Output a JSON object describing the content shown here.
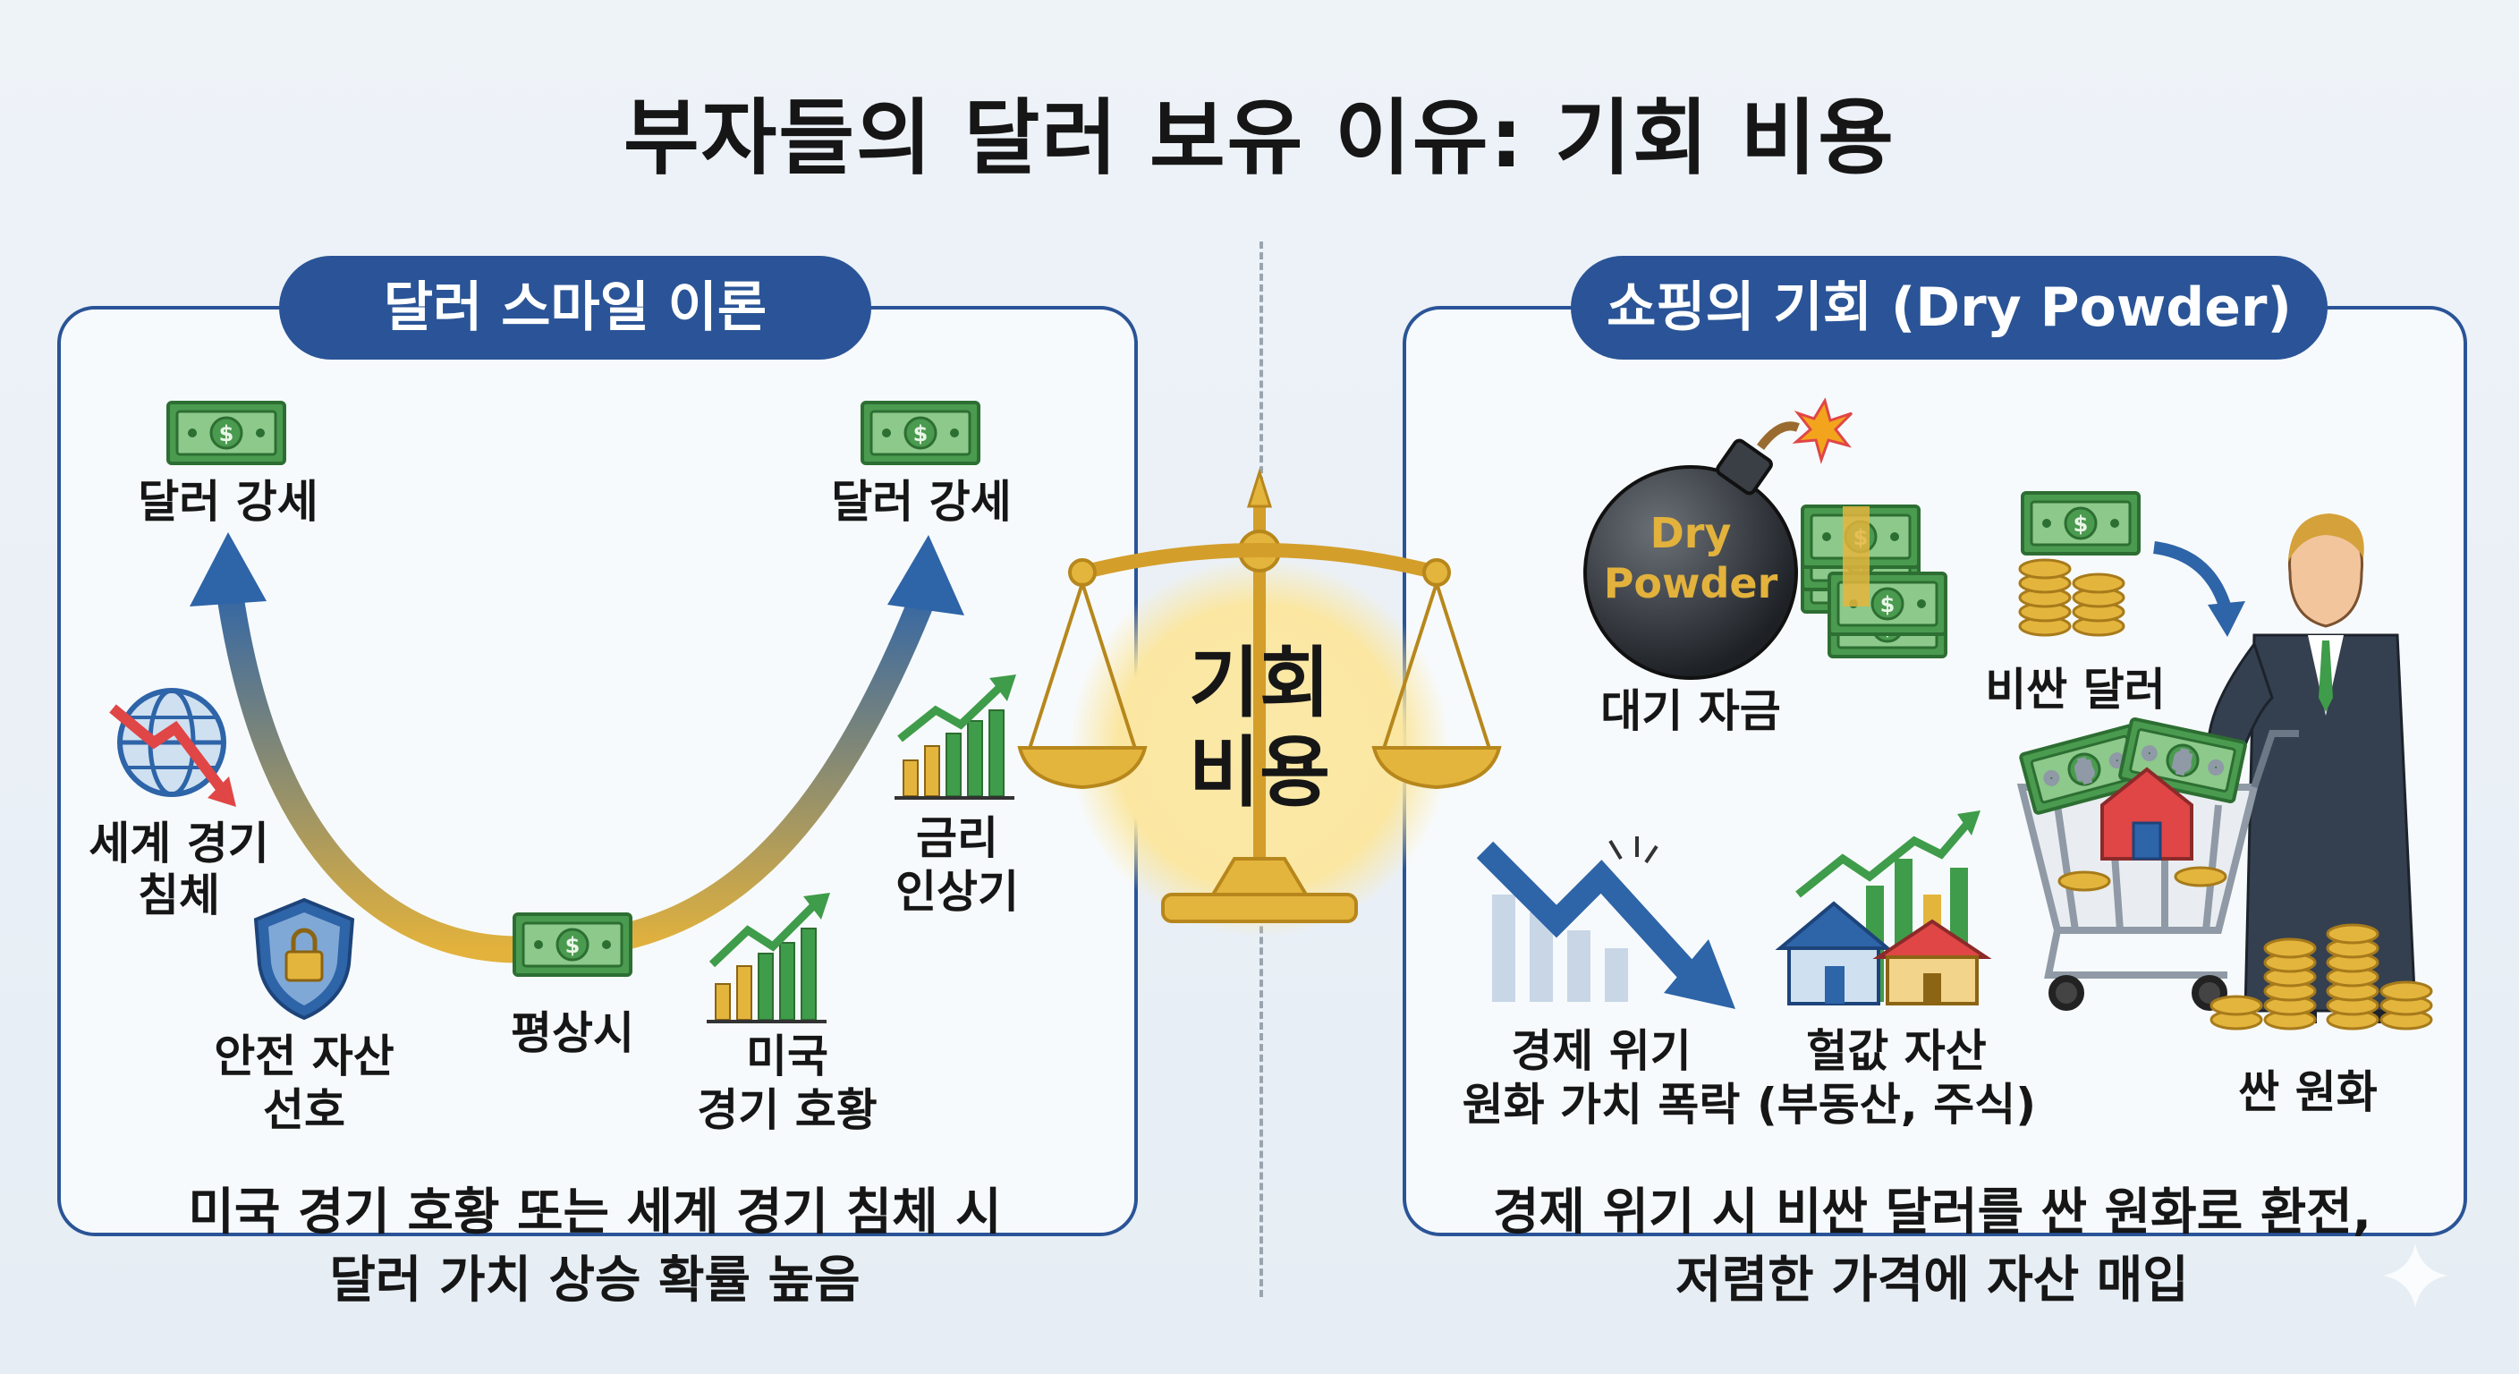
{
  "title": "부자들의 달러 보유 이유: 기회 비용",
  "left_panel": {
    "heading": "달러 스마일 이론",
    "label_strong_left": "달러 강세",
    "label_strong_right": "달러 강세",
    "label_recession": [
      "세계 경기",
      "침체"
    ],
    "label_safe": [
      "안전 자산",
      "선호"
    ],
    "label_normal": "평상시",
    "label_us_boom": [
      "미국",
      "경기 호황"
    ],
    "label_rate": [
      "금리",
      "인상기"
    ],
    "summary": [
      "미국 경기 호황 또는 세계 경기 침체 시",
      "달러 가치 상승 확률 높음"
    ]
  },
  "center": {
    "label": [
      "기회",
      "비용"
    ]
  },
  "right_panel": {
    "heading": "쇼핑의 기회 (Dry Powder)",
    "bomb_text": [
      "Dry",
      "Powder"
    ],
    "label_standby": "대기 자금",
    "label_expensive_dollar": "비싼 달러",
    "label_crisis": [
      "경제 위기",
      "원화 가치 폭락"
    ],
    "label_cheap_assets": [
      "헐값 자산",
      "(부동산, 주식)"
    ],
    "label_cheap_won": "싼 원화",
    "summary": [
      "경제 위기 시 비싼 달러를 싼 원화로 환전,",
      "저렴한 가격에 자산 매입"
    ]
  },
  "colors": {
    "navy": "#2a5497",
    "gold": "#e3b23c",
    "green": "#3f9c4a",
    "red": "#e04646",
    "arrow_blue": "#2e64a8"
  },
  "icons": [
    "dollar-bill-icon",
    "globe-down-icon",
    "shield-lock-icon",
    "bar-growth-icon",
    "scale-icon",
    "bomb-icon",
    "cash-stack-icon",
    "coin-stack-icon",
    "businessman-icon",
    "shopping-cart-icon",
    "crash-chart-icon",
    "houses-icon"
  ]
}
